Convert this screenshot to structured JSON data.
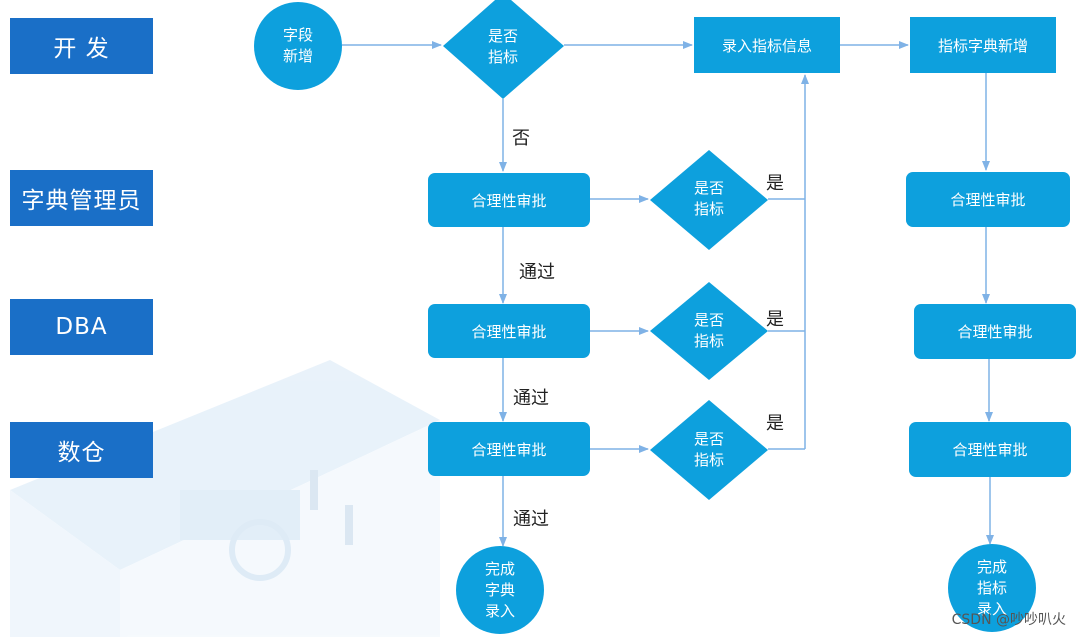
{
  "lanes": {
    "dev": "开 发",
    "dict_admin": "字典管理员",
    "dba": "DBA",
    "warehouse": "数仓"
  },
  "nodes": {
    "field_add": "字段\n新增",
    "is_metric_top": "是否\n指标",
    "enter_metric_info": "录入指标信息",
    "metric_dict_add": "指标字典新增",
    "review_admin": "合理性审批",
    "is_metric_admin": "是否\n指标",
    "review_dba": "合理性审批",
    "is_metric_dba": "是否\n指标",
    "review_dw": "合理性审批",
    "is_metric_dw": "是否\n指标",
    "complete_dict": "完成\n字典\n录入",
    "right_review_1": "合理性审批",
    "right_review_2": "合理性审批",
    "right_review_3": "合理性审批",
    "complete_metric": "完成\n指标\n录入"
  },
  "edge_labels": {
    "no": "否",
    "pass_1": "通过",
    "pass_2": "通过",
    "pass_3": "通过",
    "yes_1": "是",
    "yes_2": "是",
    "yes_3": "是"
  },
  "watermark": "CSDN @吵吵叭火",
  "colors": {
    "lane": "#1a6fc7",
    "node": "#0da0dd",
    "edge": "#7fb2e6"
  }
}
